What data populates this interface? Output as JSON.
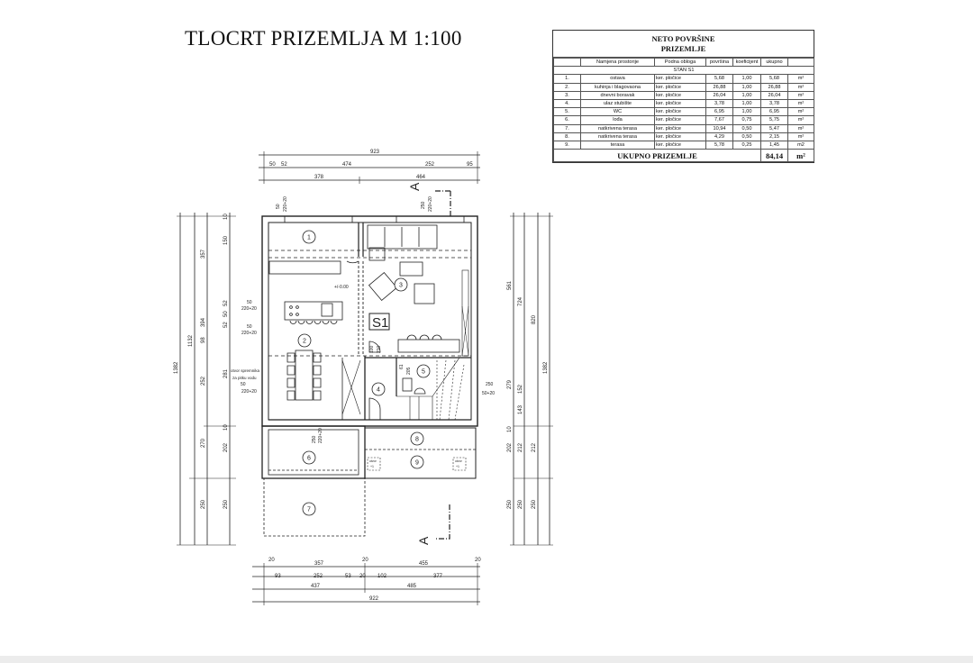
{
  "title": "TLOCRT PRIZEMLJA M 1:100",
  "table": {
    "title_line1": "NETO POVRŠINE",
    "title_line2": "PRIZEMLJE",
    "headers": [
      "Namjena prostorije",
      "Podna obloga",
      "površina",
      "koeficijent",
      "ukupno"
    ],
    "unit_label": "STAN S1",
    "rows": [
      {
        "n": "1.",
        "name": "ostava",
        "floor": "ker. pločice",
        "area": "5,68",
        "coef": "1,00",
        "total": "5,68",
        "unit": "m²"
      },
      {
        "n": "2.",
        "name": "kuhinja i blagovaona",
        "floor": "ker. pločice",
        "area": "26,88",
        "coef": "1,00",
        "total": "26,88",
        "unit": "m²"
      },
      {
        "n": "3.",
        "name": "dnevni boravak",
        "floor": "ker. pločice",
        "area": "26,04",
        "coef": "1,00",
        "total": "26,04",
        "unit": "m²"
      },
      {
        "n": "4.",
        "name": "ulaz stubište",
        "floor": "ker. pločice",
        "area": "3,78",
        "coef": "1,00",
        "total": "3,78",
        "unit": "m²"
      },
      {
        "n": "5.",
        "name": "WC",
        "floor": "ker. pločice",
        "area": "6,95",
        "coef": "1,00",
        "total": "6,95",
        "unit": "m²"
      },
      {
        "n": "6.",
        "name": "lođa",
        "floor": "ker. pločice",
        "area": "7,67",
        "coef": "0,75",
        "total": "5,75",
        "unit": "m²"
      },
      {
        "n": "7.",
        "name": "natkrivena terasa",
        "floor": "ker. pločice",
        "area": "10,94",
        "coef": "0,50",
        "total": "5,47",
        "unit": "m²"
      },
      {
        "n": "8.",
        "name": "natkrivena terasa",
        "floor": "ker. pločice",
        "area": "4,29",
        "coef": "0,50",
        "total": "2,15",
        "unit": "m²"
      },
      {
        "n": "9.",
        "name": "terasa",
        "floor": "ker. pločice",
        "area": "5,78",
        "coef": "0,25",
        "total": "1,45",
        "unit": "m2"
      }
    ],
    "total_label": "UKUPNO PRIZEMLJE",
    "total_value": "84,14",
    "total_unit": "m²"
  },
  "plan": {
    "unit_tag": "S1",
    "level": "+/-0.00",
    "section_mark": "A",
    "room_numbers": [
      "1",
      "2",
      "3",
      "4",
      "5",
      "6",
      "7",
      "8",
      "9"
    ],
    "dims_top": [
      "923",
      "50",
      "52",
      "474",
      "252",
      "95",
      "378",
      "464"
    ],
    "dims_bottom": [
      "20",
      "357",
      "20",
      "455",
      "20",
      "93",
      "252",
      "53",
      "20",
      "102",
      "377",
      "437",
      "485",
      "922"
    ],
    "dims_left": [
      "1382",
      "1132",
      "357",
      "394",
      "98",
      "252",
      "270",
      "250",
      "10",
      "150",
      "52",
      "50",
      "52",
      "281",
      "10",
      "202",
      "250"
    ],
    "dims_right": [
      "561",
      "279",
      "10",
      "202",
      "250",
      "724",
      "152",
      "143",
      "212",
      "250",
      "820",
      "212",
      "250",
      "1382"
    ],
    "openings": [
      "50",
      "220+20",
      "50",
      "220+20",
      "50",
      "220+20",
      "250",
      "50+20",
      "50",
      "220+20",
      "250",
      "220+20",
      "250",
      "220+20",
      "100",
      "210",
      "61",
      "205"
    ],
    "tank_note_1": "otvor spremnika",
    "tank_note_2": "za pitku vodu",
    "drain_label": "otvor",
    "drain_value": "+1"
  }
}
